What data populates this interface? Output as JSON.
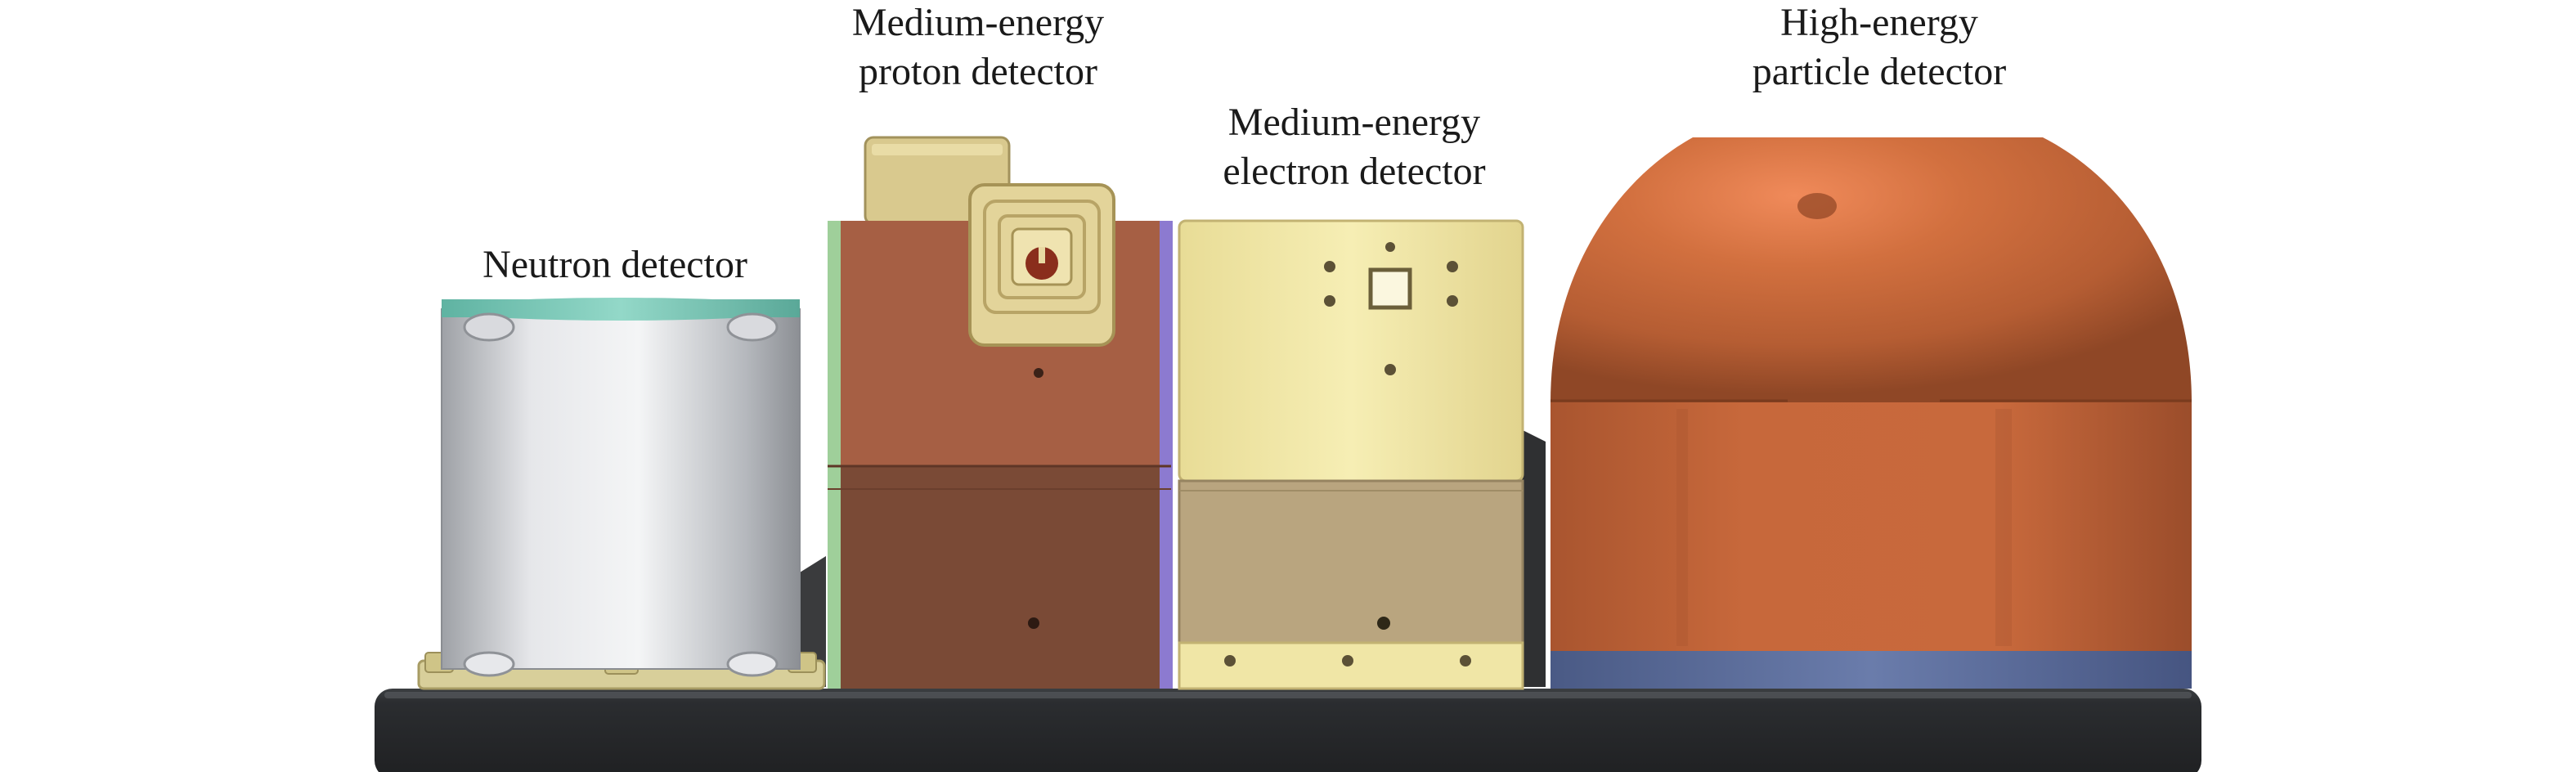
{
  "labels": {
    "neutron": {
      "lines": [
        "Neutron detector"
      ]
    },
    "proton": {
      "lines": [
        "Medium-energy",
        "proton detector"
      ]
    },
    "electron": {
      "lines": [
        "Medium-energy",
        "electron detector"
      ]
    },
    "high_energy": {
      "lines": [
        "High-energy",
        "particle detector"
      ]
    }
  },
  "colors": {
    "background": "#ffffff",
    "base_plate": "#2b2d2f",
    "neutron_body": "#c9cbcf",
    "neutron_cap": "#7fc9b8",
    "neutron_feet": "#d8cf9a",
    "proton_upper": "#a65f44",
    "proton_lower": "#7a4a36",
    "proton_aperture": "#e3d49a",
    "electron_upper": "#f0e6a6",
    "electron_lower": "#b9a57f",
    "high_energy_dome": "#c46a3a",
    "high_energy_band": "#5c6f9a"
  }
}
